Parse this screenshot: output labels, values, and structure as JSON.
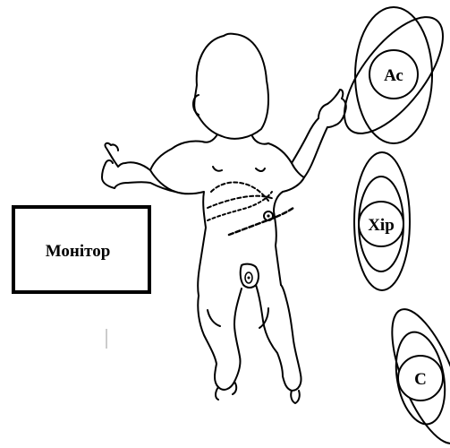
{
  "monitor": {
    "label": "Монітор"
  },
  "staff": [
    {
      "role": "assistant",
      "label": "Ас"
    },
    {
      "role": "surgeon",
      "label": "Хір"
    },
    {
      "role": "nurse",
      "label": "С"
    }
  ],
  "icons": {
    "patient": "infant-figure",
    "monitor": "monitor-box",
    "staff": "person-top-view-ellipse"
  },
  "colors": {
    "ink": "#000000",
    "background": "#ffffff"
  }
}
